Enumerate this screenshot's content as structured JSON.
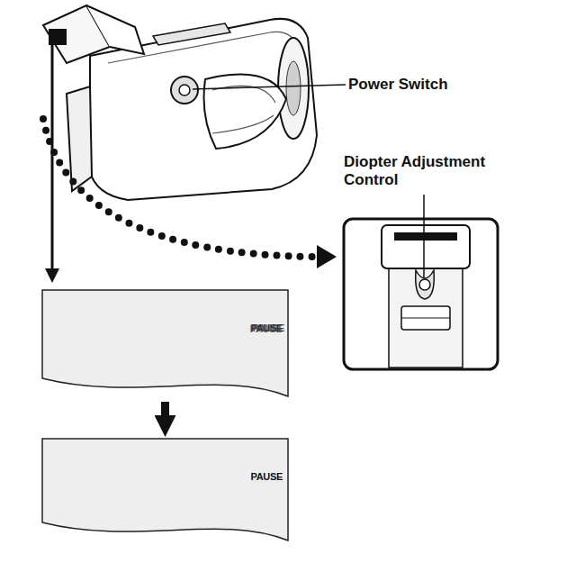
{
  "diagram": {
    "nodes": [
      {
        "text": [
          "PAUSE"
        ]
      },
      {
        "text": [
          "PAUSE"
        ]
      }
    ],
    "edges": [
      {
        "from": 0,
        "to": 1,
        "arrow": "to"
      }
    ],
    "labels": [
      "Power Switch",
      "Diopter Adjustment Control"
    ]
  }
}
